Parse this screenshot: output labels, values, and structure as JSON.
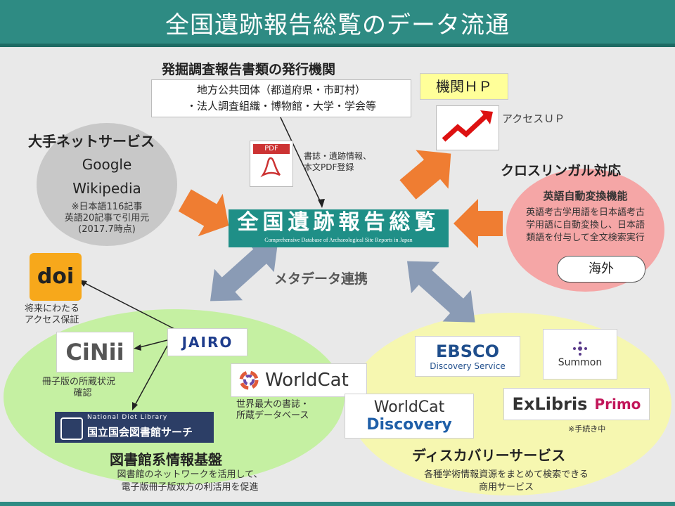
{
  "header": {
    "title": "全国遺跡報告総覧のデータ流通"
  },
  "publishers": {
    "title": "発掘調査報告書類の発行機関",
    "line1": "地方公共団体（都道府県・市町村）",
    "line2": "・法人調査組織・博物館・大学・学会等"
  },
  "pdf_note": {
    "line1": "書誌・遺跡情報、",
    "line2": "本文PDF登録",
    "pdf_icon_label": "PDF"
  },
  "center_logo": {
    "title": "全国遺跡報告総覧",
    "subtitle": "Comprehensive Database of Archaeological Site Reports in Japan"
  },
  "hp": {
    "label": "機関ＨＰ",
    "access_up": "アクセスＵＰ"
  },
  "big_net": {
    "title": "大手ネットサービス",
    "google": "Google",
    "wikipedia": "Wikipedia",
    "note1": "※日本語116記事",
    "note2": "英語20記事で引用元",
    "note3": "(2017.7時点)"
  },
  "crosslingual": {
    "title": "クロスリンガル対応",
    "subtitle": "英語自動変換機能",
    "desc1": "英語考古学用語を日本語考古",
    "desc2": "学用語に自動変換し、日本語",
    "desc3": "類語を付与して全文検索実行",
    "overseas": "海外"
  },
  "metadata_link": "メタデータ連携",
  "doi": {
    "logo": "doi",
    "note1": "将来にわたる",
    "note2": "アクセス保証"
  },
  "jairo": {
    "logo": "JAIRO"
  },
  "cinii": {
    "logo": "CiNii",
    "note1": "冊子版の所蔵状況",
    "note2": "確認"
  },
  "ndl": {
    "top": "National Diet Library",
    "bottom": "国立国会図書館サーチ"
  },
  "worldcat": {
    "logo": "WorldCat",
    "note1": "世界最大の書誌・",
    "note2": "所蔵データベース"
  },
  "library": {
    "title": "図書館系情報基盤",
    "desc1": "図書館のネットワークを活用して、",
    "desc2": "電子版冊子版双方の利活用を促進"
  },
  "discovery": {
    "ebsco_top": "EBSCO",
    "ebsco_bottom": "Discovery Service",
    "summon": "Summon",
    "worldcat_top": "WorldCat",
    "worldcat_bottom": "Discovery",
    "exlibris": "ExLibris",
    "primo": "Primo",
    "pending": "※手続き中",
    "title": "ディスカバリーサービス",
    "desc1": "各種学術情報資源をまとめて検索できる",
    "desc2": "商用サービス"
  },
  "colors": {
    "header": "#2e8b83",
    "orange_arrow": "#ef7d32",
    "blue_arrow": "#8a9bb5",
    "center_logo": "#1f8f87",
    "pink": "#f5a6a6",
    "green": "#c5f0a2",
    "yellow": "#f6f7b0",
    "hp_box": "#ffff99"
  }
}
